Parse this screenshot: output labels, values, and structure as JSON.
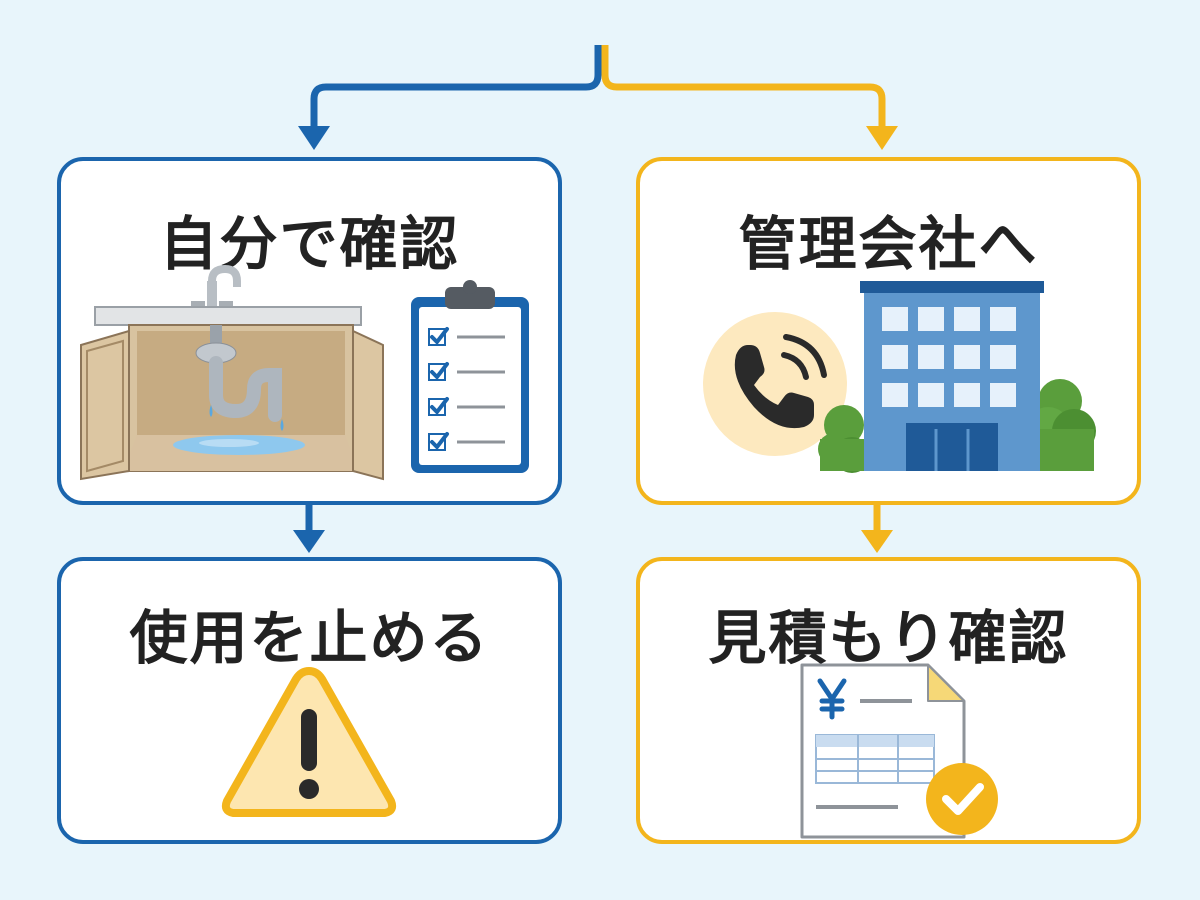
{
  "colors": {
    "left_accent": "#1b65ad",
    "right_accent": "#f3b51c",
    "background": "#e8f5fb"
  },
  "cards": {
    "self_check": {
      "title": "自分で確認",
      "icons": [
        "sink-leak-icon",
        "checklist-clipboard-icon"
      ]
    },
    "stop_use": {
      "title": "使用を止める",
      "icons": [
        "warning-icon"
      ]
    },
    "management": {
      "title": "管理会社へ",
      "icons": [
        "phone-icon",
        "office-building-icon"
      ]
    },
    "estimate": {
      "title": "見積もり確認",
      "icons": [
        "yen-invoice-icon",
        "check-badge-icon"
      ]
    }
  }
}
